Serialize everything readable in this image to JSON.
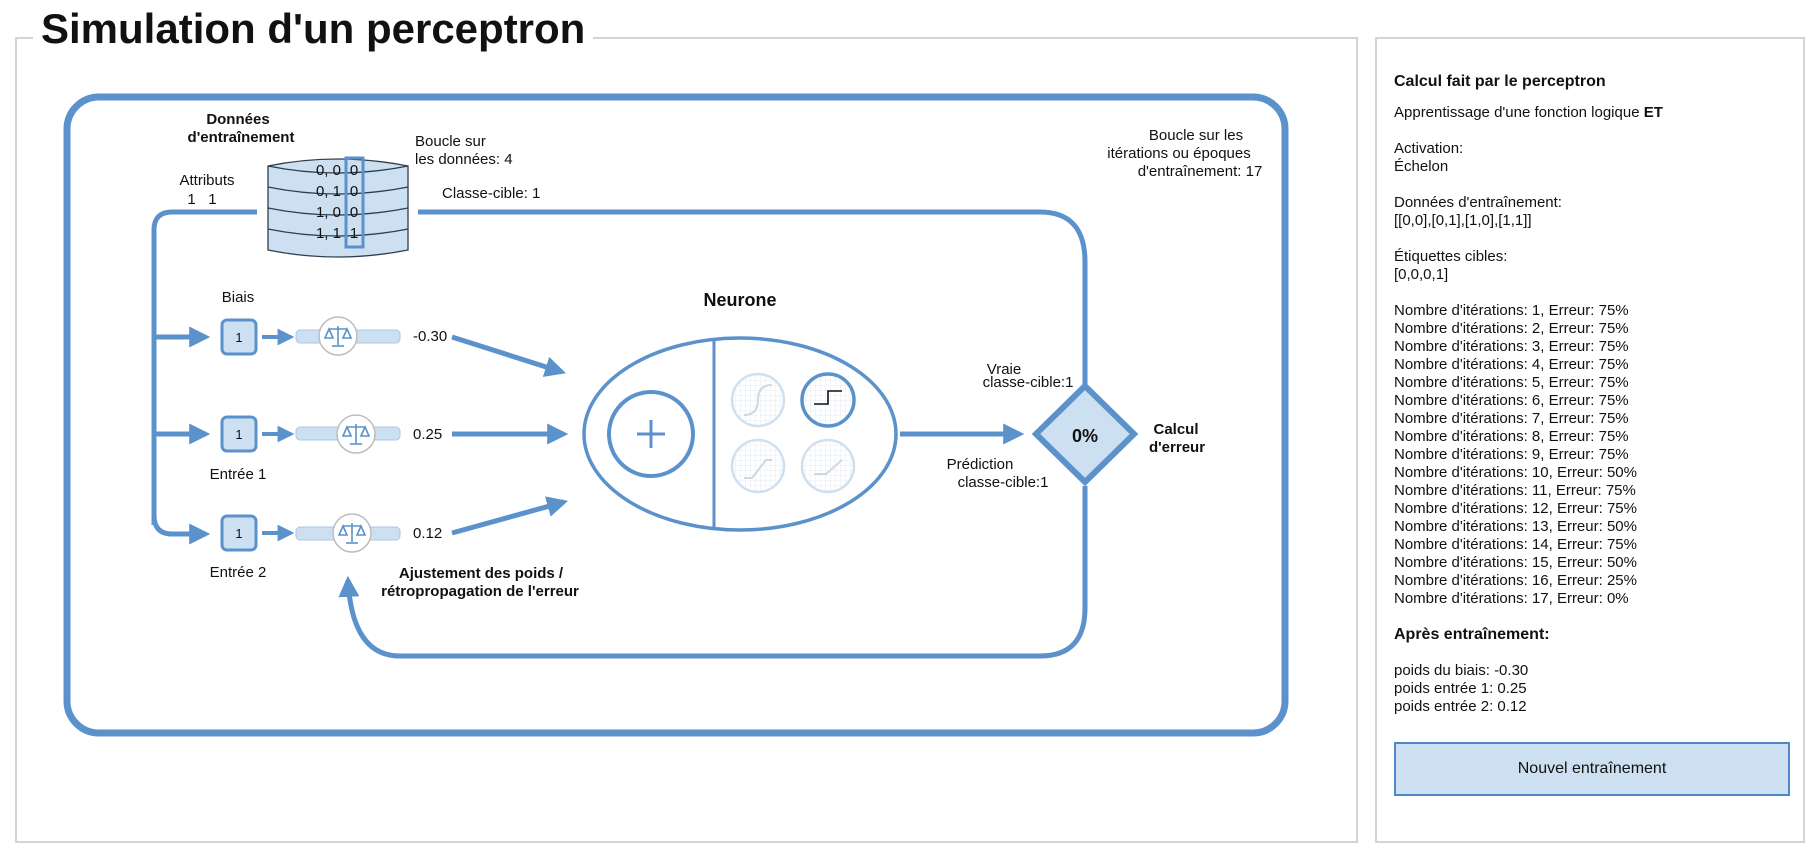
{
  "title": "Simulation d'un perceptron",
  "diagram": {
    "data_label_line1": "Données",
    "data_label_line2": "d'entraînement",
    "attributes_label": "Attributs",
    "attributes_values": "1   1",
    "data_rows": [
      "0, 0",
      "0, 1",
      "1, 0",
      "1, 1"
    ],
    "data_targets": [
      "0",
      "0",
      "0",
      "1"
    ],
    "loop_data_line1": "Boucle sur",
    "loop_data_line2": "les données: 4",
    "target_class": "Classe-cible: 1",
    "loop_epochs_line1": "Boucle sur les",
    "loop_epochs_line2": "itérations ou époques",
    "loop_epochs_line3": "d'entraînement: 17",
    "bias_label": "Biais",
    "input1_label": "Entrée 1",
    "input2_label": "Entrée 2",
    "input_box_value": "1",
    "weight_bias": "-0.30",
    "weight_input1": "0.25",
    "weight_input2": "0.12",
    "neuron_label": "Neurone",
    "adjust_line1": "Ajustement des poids /",
    "adjust_line2": "rétropropagation de l'erreur",
    "true_line1": "Vraie",
    "true_line2": "classe-cible:1",
    "pred_line1": "Prédiction",
    "pred_line2": "classe-cible:1",
    "error_value": "0%",
    "calc_line1": "Calcul",
    "calc_line2": "d'erreur",
    "colors": {
      "primary": "#5b92cc",
      "fill": "#cce0f2",
      "light": "#c9ddef"
    }
  },
  "side": {
    "heading": "Calcul fait par le perceptron",
    "learning_prefix": "Apprentissage d'une fonction logique ",
    "learning_fn": "ET",
    "activation_label": "Activation:",
    "activation_value": "Échelon",
    "training_label": "Données d'entraînement:",
    "training_value": "[[0,0],[0,1],[1,0],[1,1]]",
    "targets_label": "Étiquettes cibles:",
    "targets_value": "[0,0,0,1]",
    "iterations": [
      "Nombre d'itérations: 1, Erreur: 75%",
      "Nombre d'itérations: 2, Erreur: 75%",
      "Nombre d'itérations: 3, Erreur: 75%",
      "Nombre d'itérations: 4, Erreur: 75%",
      "Nombre d'itérations: 5, Erreur: 75%",
      "Nombre d'itérations: 6, Erreur: 75%",
      "Nombre d'itérations: 7, Erreur: 75%",
      "Nombre d'itérations: 8, Erreur: 75%",
      "Nombre d'itérations: 9, Erreur: 75%",
      "Nombre d'itérations: 10, Erreur: 50%",
      "Nombre d'itérations: 11, Erreur: 75%",
      "Nombre d'itérations: 12, Erreur: 75%",
      "Nombre d'itérations: 13, Erreur: 50%",
      "Nombre d'itérations: 14, Erreur: 75%",
      "Nombre d'itérations: 15, Erreur: 50%",
      "Nombre d'itérations: 16, Erreur: 25%",
      "Nombre d'itérations: 17, Erreur: 0%"
    ],
    "after_heading": "Après entraînement:",
    "bias_weight": "poids du biais: -0.30",
    "w1": "poids entrée 1: 0.25",
    "w2": "poids entrée 2: 0.12",
    "button": "Nouvel entraînement"
  }
}
